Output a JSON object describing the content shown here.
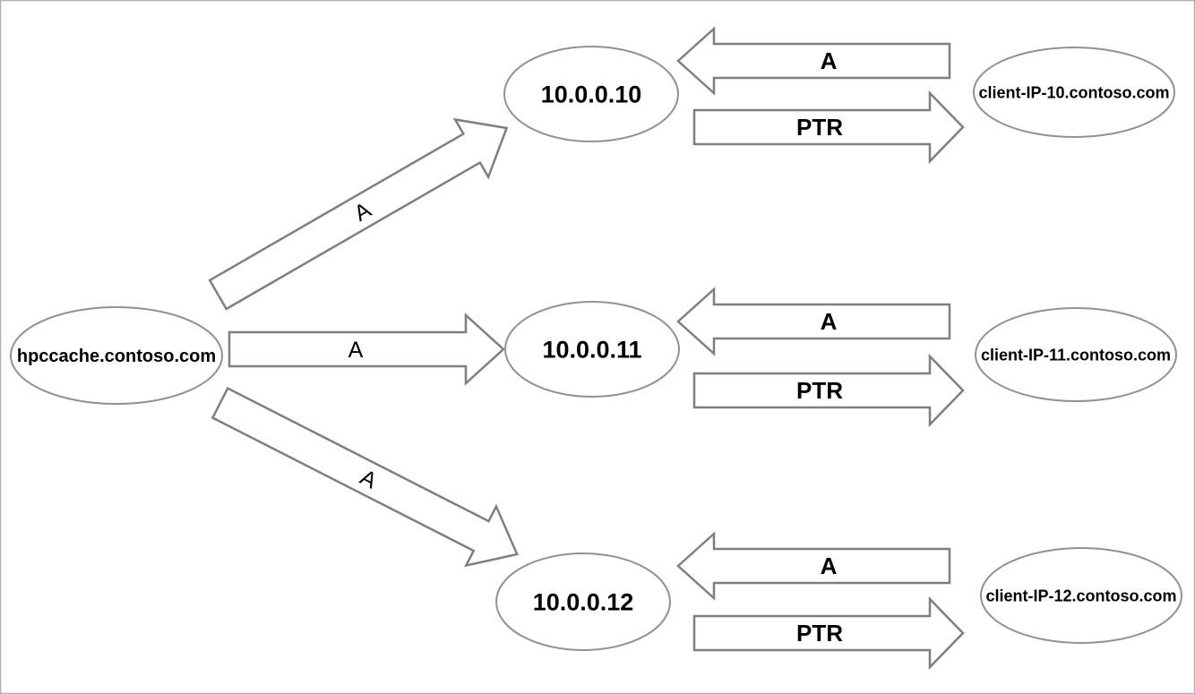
{
  "canvas": {
    "background": "#ffffff",
    "border_color": "#b0b0b0",
    "node_border_color": "#919191",
    "arrow_border_color": "#7f7f7f",
    "text_color": "#000000"
  },
  "diagram": {
    "source_node": {
      "label": "hpccache.contoso.com"
    },
    "rows": [
      {
        "resolve_arrow_label": "A",
        "ip_node": "10.0.0.10",
        "a_record_arrow_label": "A",
        "ptr_record_arrow_label": "PTR",
        "client_node": "client-IP-10.contoso.com"
      },
      {
        "resolve_arrow_label": "A",
        "ip_node": "10.0.0.11",
        "a_record_arrow_label": "A",
        "ptr_record_arrow_label": "PTR",
        "client_node": "client-IP-11.contoso.com"
      },
      {
        "resolve_arrow_label": "A",
        "ip_node": "10.0.0.12",
        "a_record_arrow_label": "A",
        "ptr_record_arrow_label": "PTR",
        "client_node": "client-IP-12.contoso.com"
      }
    ]
  }
}
